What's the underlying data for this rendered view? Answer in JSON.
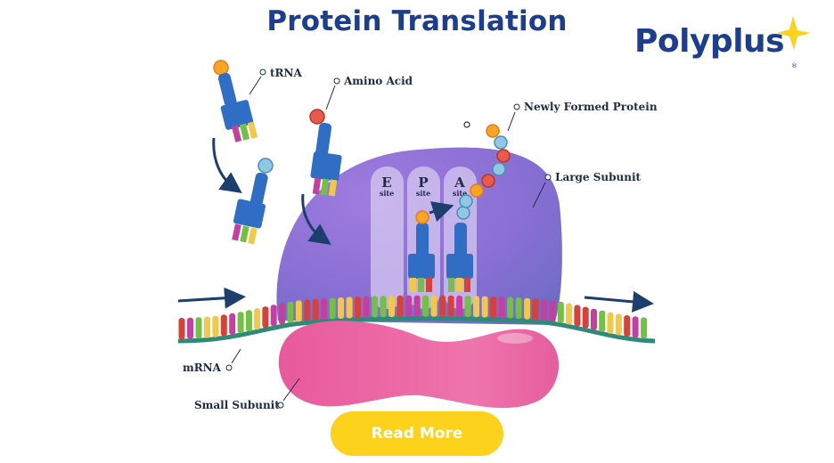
{
  "title": "Protein Translation",
  "logo": {
    "text": "Polyplus",
    "registered": "®",
    "accent_color": "#fcd21c",
    "brand_color": "#1d3e8f"
  },
  "labels": {
    "trna": "tRNA",
    "amino_acid": "Amino Acid",
    "newly_formed_protein": "Newly Formed Protein",
    "large_subunit": "Large Subunit",
    "mrna": "mRNA",
    "small_subunit": "Small Subunit"
  },
  "sites": [
    {
      "letter": "E",
      "sub": "site"
    },
    {
      "letter": "P",
      "sub": "site"
    },
    {
      "letter": "A",
      "sub": "site"
    }
  ],
  "button": {
    "label": "Read More",
    "color": "#fcd21c"
  },
  "colors": {
    "large_subunit": "#8a6fd0",
    "small_subunit": "#ec6aa6",
    "trna": "#2f6ec4",
    "mrna_backbone": "#2e8b7a",
    "arrows": "#1d3e6e"
  }
}
